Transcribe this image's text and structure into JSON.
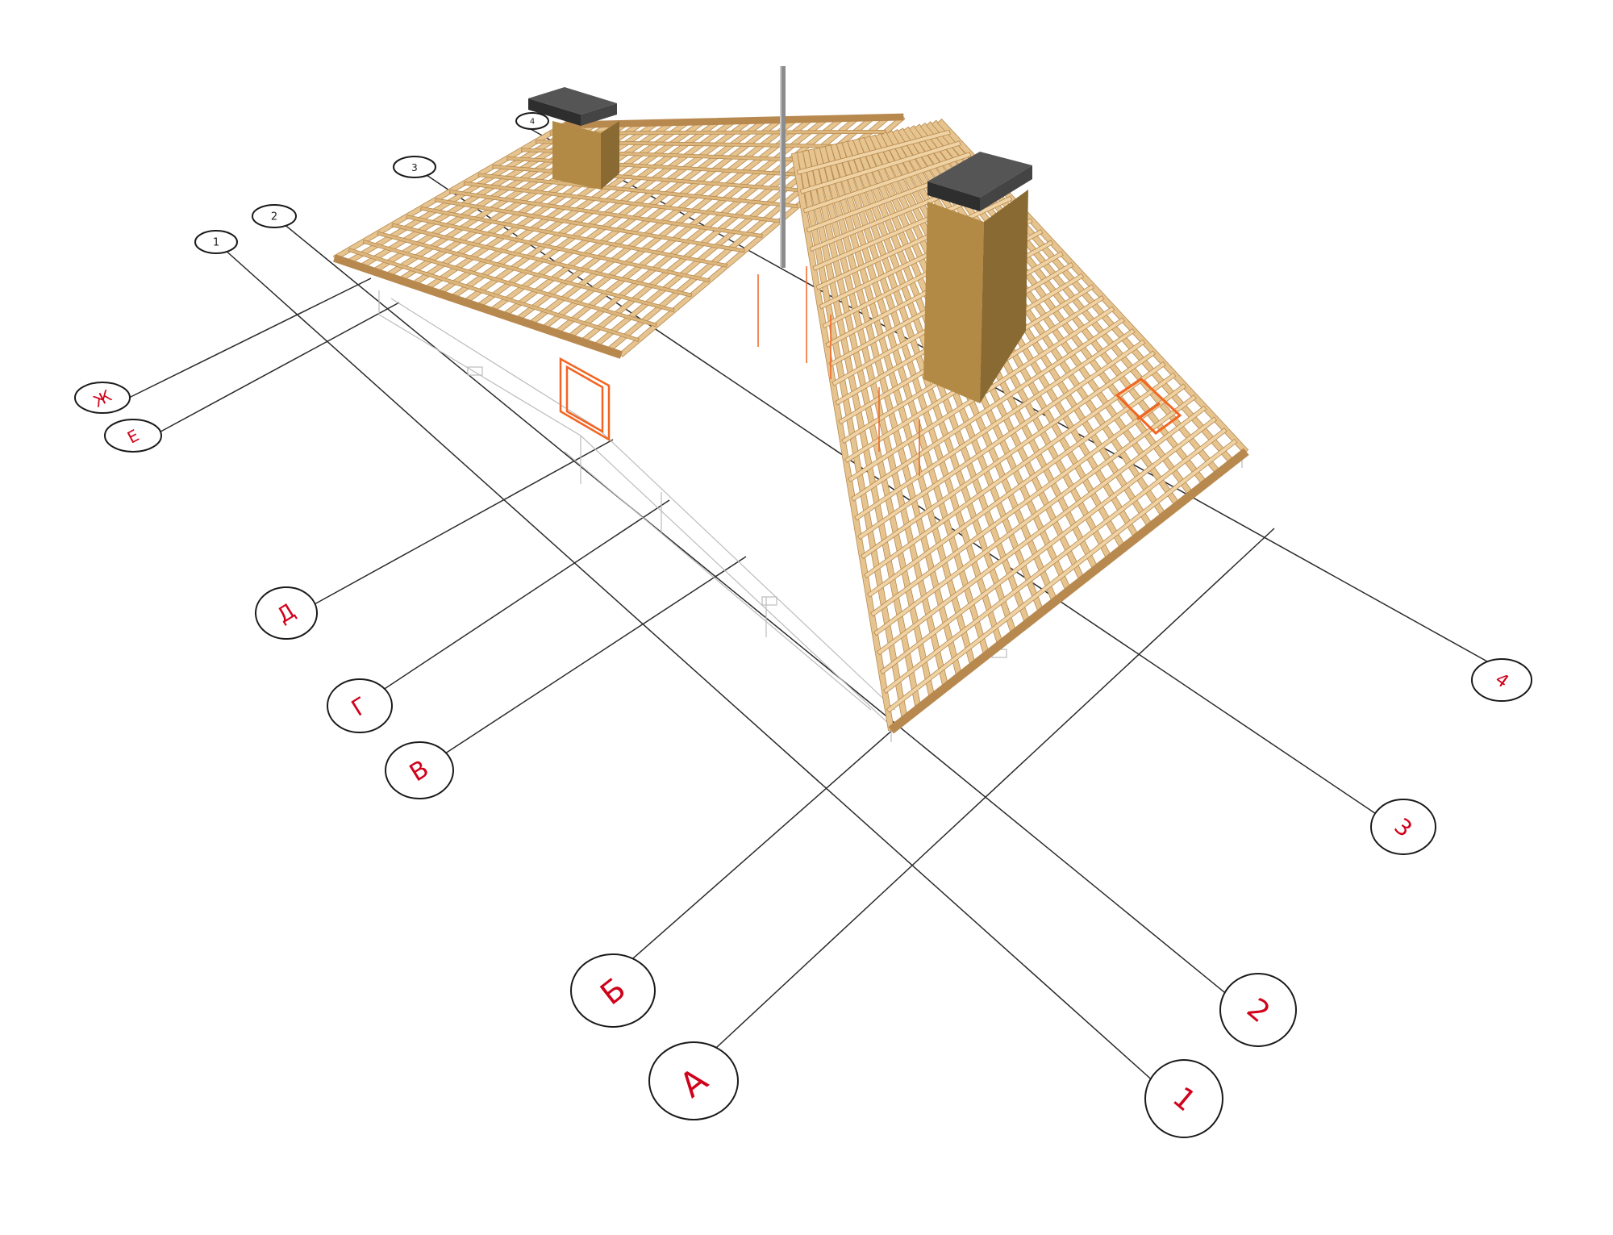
{
  "colors": {
    "bubble_text": "#d0021b",
    "leader_line": "#2a2a2a",
    "timber": "#e6c48f",
    "timber_dark": "#b8894f",
    "chimney": "#a9803f",
    "chimney_cap": "#3a3a3a",
    "window_frame": "#f26522",
    "wireframe": "#b9b9b9"
  },
  "grid_axes": {
    "rows": [
      {
        "id": "zh",
        "label": "Ж"
      },
      {
        "id": "e",
        "label": "Е"
      },
      {
        "id": "d",
        "label": "Д"
      },
      {
        "id": "g",
        "label": "Г"
      },
      {
        "id": "v",
        "label": "В"
      },
      {
        "id": "b",
        "label": "Б"
      },
      {
        "id": "a",
        "label": "А"
      }
    ],
    "columns_near": [
      {
        "id": "c1",
        "label": "1"
      },
      {
        "id": "c2",
        "label": "2"
      },
      {
        "id": "c3",
        "label": "3"
      },
      {
        "id": "c4",
        "label": "4"
      }
    ],
    "columns_far": [
      {
        "id": "f1",
        "label": "1"
      },
      {
        "id": "f2",
        "label": "2"
      },
      {
        "id": "f3",
        "label": "3"
      },
      {
        "id": "f4",
        "label": "4"
      }
    ]
  },
  "elements": {
    "roof": "rafter-and-batten-roof-frame",
    "chimneys": [
      "chimney-left",
      "chimney-right"
    ],
    "mast": "antenna-mast",
    "openings": [
      "gable-window",
      "roof-skylight"
    ]
  }
}
